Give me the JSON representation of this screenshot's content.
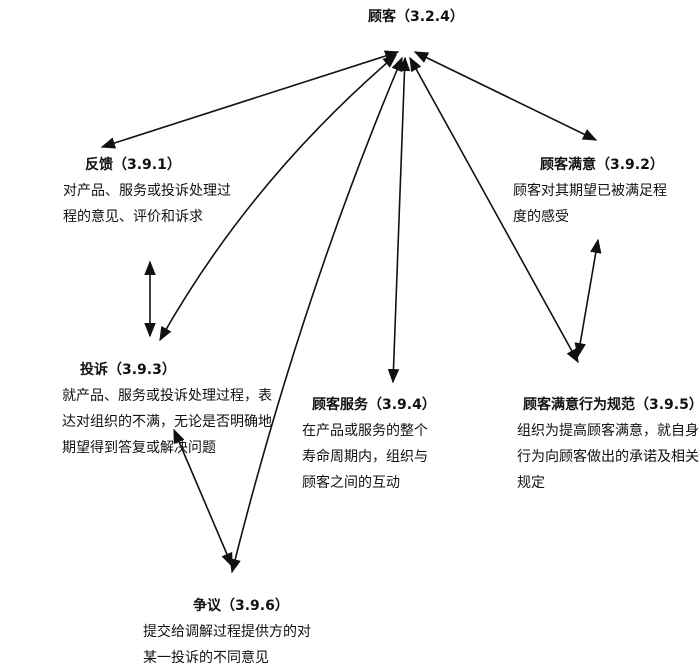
{
  "hub": {
    "title": "顾客（3.2.4）"
  },
  "nodes": {
    "feedback": {
      "title": "反馈（3.9.1）",
      "lines": [
        "对产品、服务或投诉处理过",
        "程的意见、评价和诉求"
      ]
    },
    "satisfaction": {
      "title": "顾客满意（3.9.2）",
      "lines": [
        "顾客对其期望已被满足程",
        "度的感受"
      ]
    },
    "complaint": {
      "title": "投诉（3.9.3）",
      "lines": [
        "就产品、服务或投诉处理过程，表",
        "达对组织的不满，无论是否明确地",
        "期望得到答复或解决问题"
      ]
    },
    "service": {
      "title": "顾客服务（3.9.4）",
      "lines": [
        "在产品或服务的整个",
        "寿命周期内，组织与",
        "顾客之间的互动"
      ]
    },
    "code": {
      "title": "顾客满意行为规范（3.9.5）",
      "lines": [
        "组织为提高顾客满意，就自身",
        "行为向顾客做出的承诺及相关",
        "规定"
      ]
    },
    "dispute": {
      "title": "争议（3.9.6）",
      "lines": [
        "提交给调解过程提供方的对",
        "某一投诉的不同意见"
      ]
    }
  },
  "colors": {
    "ink": "#111111"
  }
}
